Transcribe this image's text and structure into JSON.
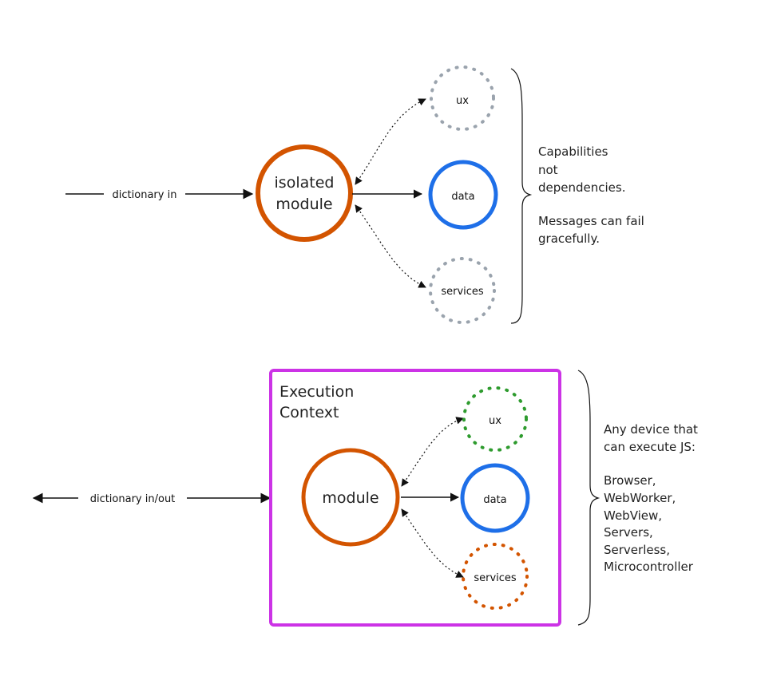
{
  "top_diagram": {
    "input_label": "dictionary in",
    "module_label_line1": "isolated",
    "module_label_line2": "module",
    "ux_label": "ux",
    "data_label": "data",
    "services_label": "services",
    "note": {
      "line1": "Capabilities",
      "line2": "not",
      "line3": "dependencies.",
      "line4": "Messages can fail",
      "line5": "gracefully."
    }
  },
  "bottom_diagram": {
    "input_label": "dictionary in/out",
    "context_title_line1": "Execution",
    "context_title_line2": "Context",
    "module_label": "module",
    "ux_label": "ux",
    "data_label": "data",
    "services_label": "services",
    "note": {
      "line1": "Any device that",
      "line2": "can execute JS:",
      "line3": "Browser,",
      "line4": "WebWorker,",
      "line5": "WebView,",
      "line6": "Servers,",
      "line7": "Serverless,",
      "line8": "Microcontroller"
    }
  },
  "colors": {
    "module": "#d35400",
    "data": "#1e6fe8",
    "inactive": "#9aa3ad",
    "ux_active": "#2e9b2e",
    "services_active": "#d35400",
    "context": "#cc33e6"
  }
}
